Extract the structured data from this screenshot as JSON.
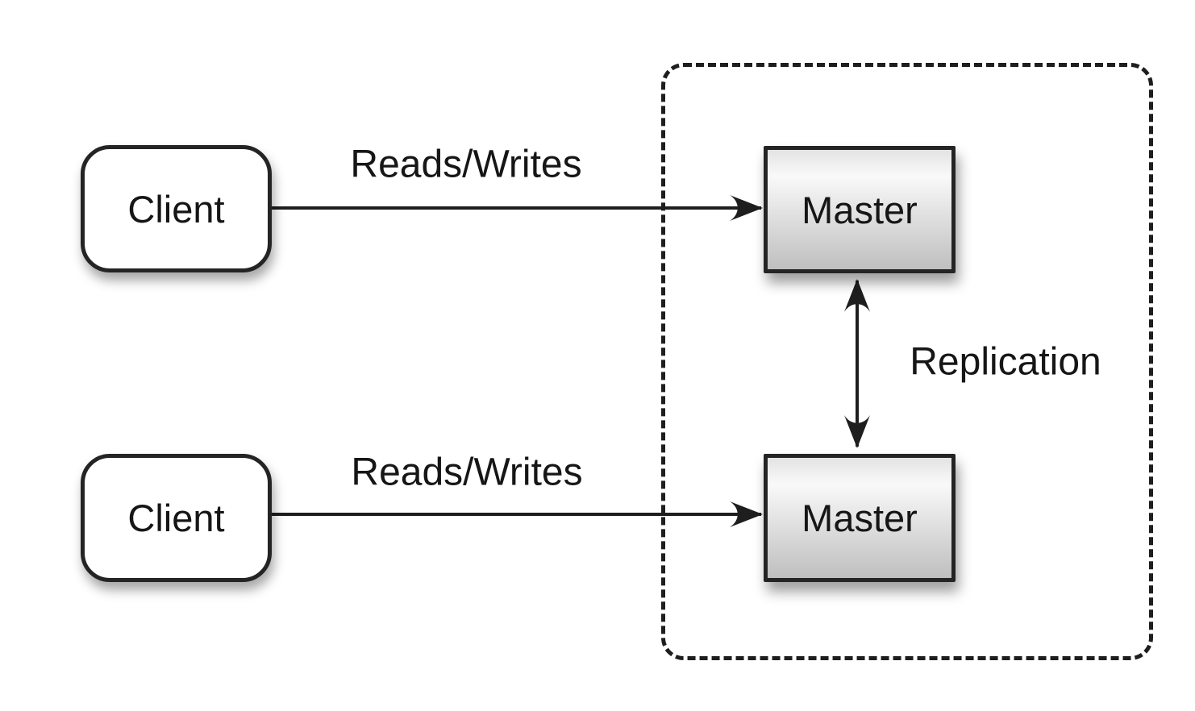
{
  "nodes": {
    "client_top": {
      "label": "Client"
    },
    "client_bottom": {
      "label": "Client"
    },
    "master_top": {
      "label": "Master"
    },
    "master_bottom": {
      "label": "Master"
    }
  },
  "edges": {
    "reads_writes_top": {
      "label": "Reads/Writes"
    },
    "reads_writes_bottom": {
      "label": "Reads/Writes"
    },
    "replication": {
      "label": "Replication"
    }
  },
  "colors": {
    "stroke": "#1e1e1e",
    "text": "#161616",
    "client_fill": "#ffffff",
    "master_fill_top": "#f6f6f6",
    "master_fill_bottom": "#bfbfbf",
    "background": "#ffffff"
  }
}
